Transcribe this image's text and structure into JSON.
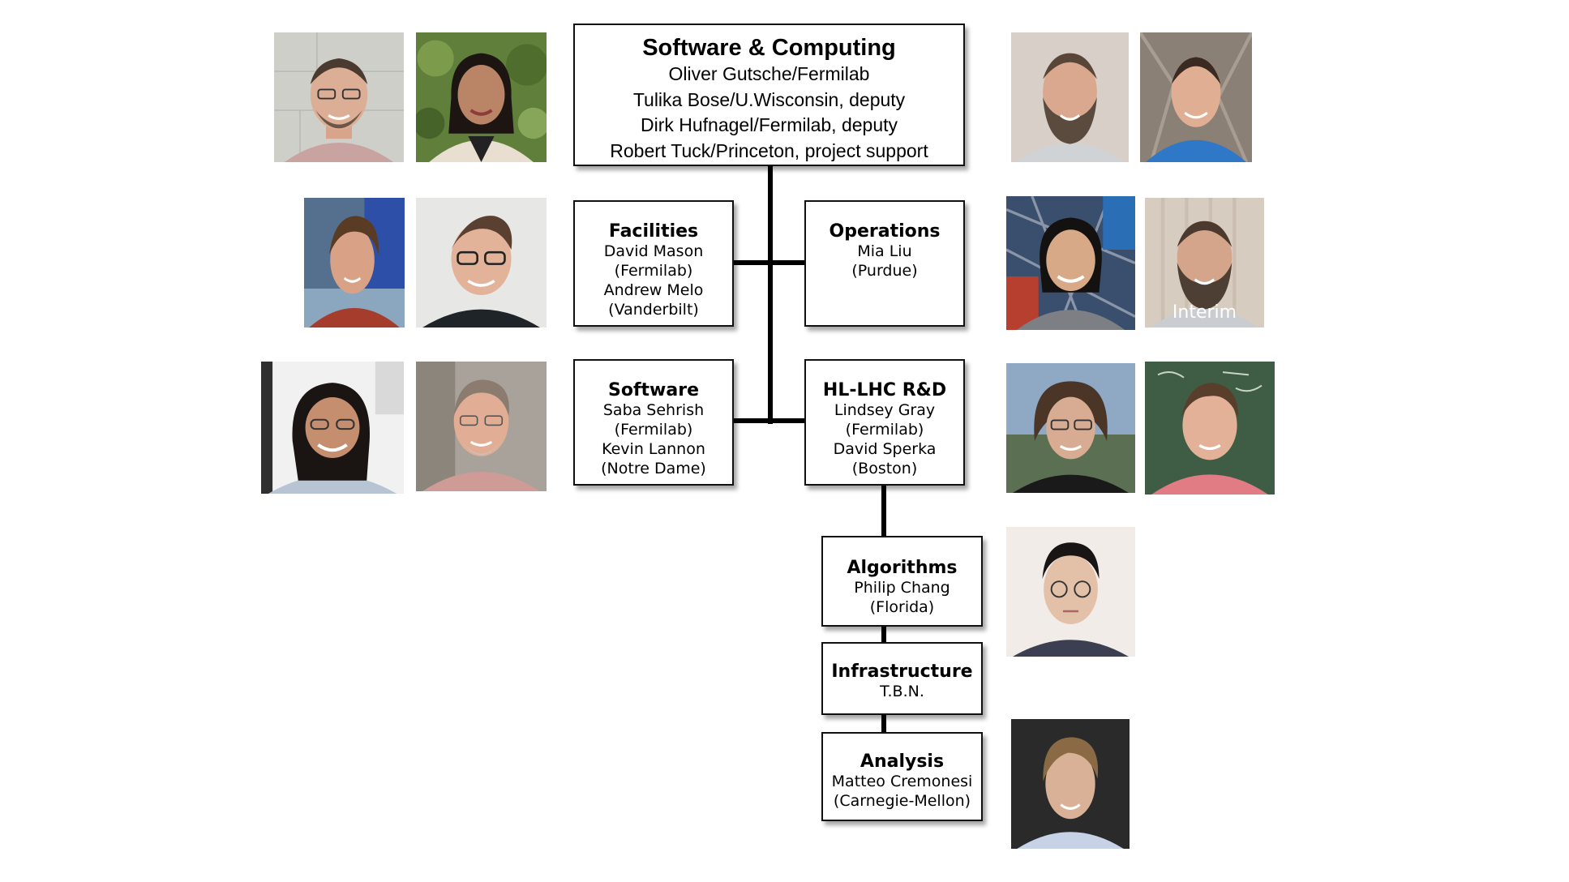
{
  "root": {
    "title": "Software & Computing",
    "lines": [
      "Oliver Gutsche/Fermilab",
      "Tulika Bose/U.Wisconsin, deputy",
      "Dirk Hufnagel/Fermilab, deputy",
      "Robert Tuck/Princeton, project support"
    ]
  },
  "facilities": {
    "title": "Facilities",
    "lines": [
      "David Mason",
      "(Fermilab)",
      "Andrew Melo",
      "(Vanderbilt)"
    ]
  },
  "operations": {
    "title": "Operations",
    "lines": [
      "Mia Liu",
      "(Purdue)"
    ]
  },
  "software": {
    "title": "Software",
    "lines": [
      "Saba Sehrish",
      "(Fermilab)",
      "Kevin Lannon",
      "(Notre Dame)"
    ]
  },
  "hllhc": {
    "title": "HL-LHC R&D",
    "lines": [
      "Lindsey Gray",
      "(Fermilab)",
      "David Sperka",
      "(Boston)"
    ]
  },
  "algorithms": {
    "title": "Algorithms",
    "lines": [
      "Philip Chang",
      "(Florida)"
    ]
  },
  "infrastructure": {
    "title": "Infrastructure",
    "lines": [
      "T.B.N."
    ]
  },
  "analysis": {
    "title": "Analysis",
    "lines": [
      "Matteo Cremonesi",
      "(Carnegie-Mellon)"
    ]
  },
  "interim_label": "Interim"
}
